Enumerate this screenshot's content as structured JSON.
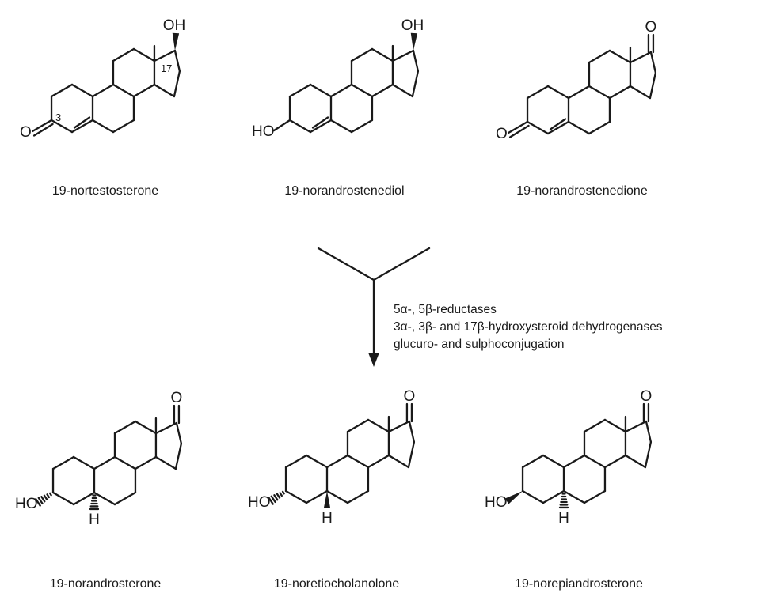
{
  "molecules": [
    {
      "name": "19-nortestosterone",
      "pos3": "O",
      "pos17": "OH",
      "pos3_style": "double",
      "pos17_style": "wedge",
      "ring_a": "unsaturated",
      "num3": "3",
      "num17": "17"
    },
    {
      "name": "19-norandrostenediol",
      "pos3": "HO",
      "pos17": "OH",
      "pos3_style": "single",
      "pos17_style": "wedge",
      "ring_a": "unsaturated"
    },
    {
      "name": "19-norandrostenedione",
      "pos3": "O",
      "pos17": "O",
      "pos3_style": "double",
      "pos17_style": "double",
      "ring_a": "unsaturated"
    },
    {
      "name": "19-norandrosterone",
      "pos3": "HO",
      "pos17": "O",
      "pos3_style": "hash",
      "pos17_style": "double",
      "ring_a": "saturated",
      "h5": "H",
      "h5_style": "hash"
    },
    {
      "name": "19-noretiocholanolone",
      "pos3": "HO",
      "pos17": "O",
      "pos3_style": "hash",
      "pos17_style": "double",
      "ring_a": "saturated",
      "h5": "H",
      "h5_style": "wedge"
    },
    {
      "name": "19-norepiandrosterone",
      "pos3": "HO",
      "pos17": "O",
      "pos3_style": "wedge",
      "pos17_style": "double",
      "ring_a": "saturated",
      "h5": "H",
      "h5_style": "hash"
    }
  ],
  "enzymes": [
    "5α-, 5β-reductases",
    "3α-, 3β- and 17β-hydroxysteroid dehydrogenases",
    "glucuro- and sulphoconjugation"
  ]
}
